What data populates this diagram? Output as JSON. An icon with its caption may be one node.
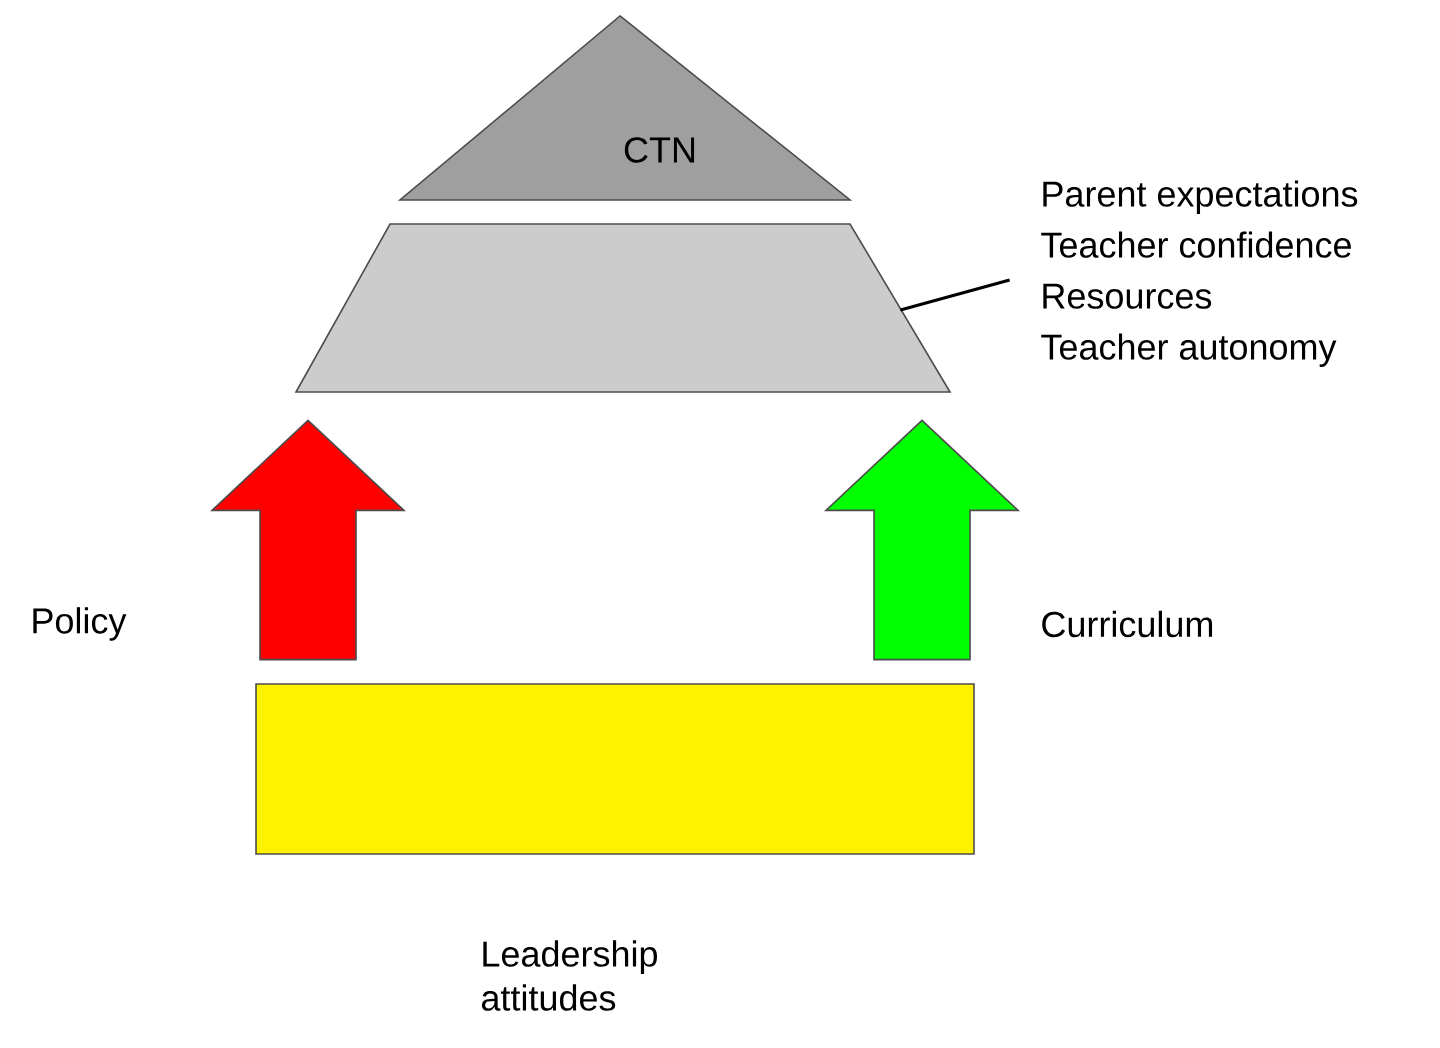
{
  "diagram": {
    "nodes": [
      {
        "text": [
          "CTN"
        ]
      },
      {
        "text": [],
        "shape": "trapezoid"
      },
      {
        "text": [
          "Parent expectations",
          "Teacher confidence",
          "Resources",
          "Teacher autonomy"
        ]
      },
      {
        "text": [],
        "shape": "box",
        "beside": [
          "Leadership attitudes"
        ]
      }
    ],
    "edges": [
      {
        "from": 2,
        "to": 1,
        "arrow": "none"
      },
      {
        "from": 3,
        "to": 1,
        "arrow": "to",
        "style": "thick",
        "color": "#ff0000"
      },
      {
        "from": 3,
        "to": 1,
        "arrow": "to",
        "style": "thick",
        "color": "#00ff00"
      }
    ],
    "labels": [
      "Policy",
      "Curriculum"
    ]
  }
}
